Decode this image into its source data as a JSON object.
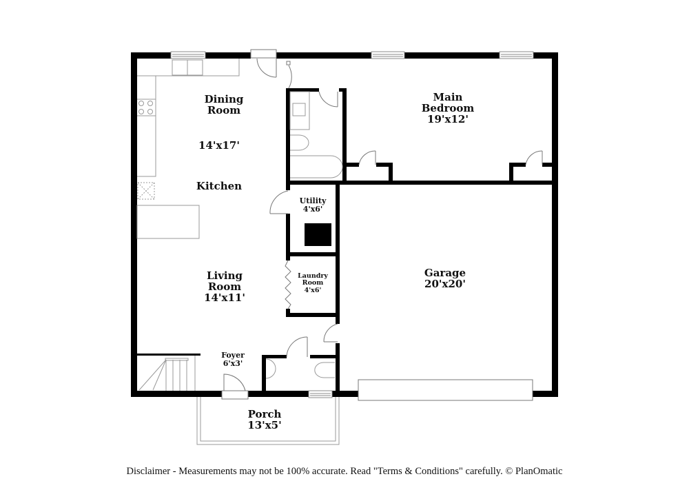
{
  "floorplan": {
    "rooms": [
      {
        "id": "dining-room",
        "name": "Dining Room",
        "name_lines": [
          "Dining",
          "Room"
        ],
        "dimensions": "14'x17'"
      },
      {
        "id": "kitchen",
        "name": "Kitchen",
        "name_lines": [
          "Kitchen"
        ],
        "dimensions": ""
      },
      {
        "id": "main-bedroom",
        "name": "Main Bedroom",
        "name_lines": [
          "Main",
          "Bedroom"
        ],
        "dimensions": "19'x12'"
      },
      {
        "id": "utility",
        "name": "Utility",
        "name_lines": [
          "Utility"
        ],
        "dimensions": "4'x6'"
      },
      {
        "id": "laundry-room",
        "name": "Laundry Room",
        "name_lines": [
          "Laundry",
          "Room"
        ],
        "dimensions": "4'x6'"
      },
      {
        "id": "living-room",
        "name": "Living Room",
        "name_lines": [
          "Living",
          "Room"
        ],
        "dimensions": "14'x11'"
      },
      {
        "id": "garage",
        "name": "Garage",
        "name_lines": [
          "Garage"
        ],
        "dimensions": "20'x20'"
      },
      {
        "id": "foyer",
        "name": "Foyer",
        "name_lines": [
          "Foyer"
        ],
        "dimensions": "6'x3'"
      },
      {
        "id": "porch",
        "name": "Porch",
        "name_lines": [
          "Porch"
        ],
        "dimensions": "13'x5'"
      }
    ],
    "wall_color": "#000000",
    "fixture_color": "#9a9a9a",
    "background": "#ffffff"
  },
  "footer": {
    "disclaimer": "Disclaimer - Measurements may not be 100% accurate. Read \"Terms & Conditions\" carefully. © PlanOmatic"
  }
}
